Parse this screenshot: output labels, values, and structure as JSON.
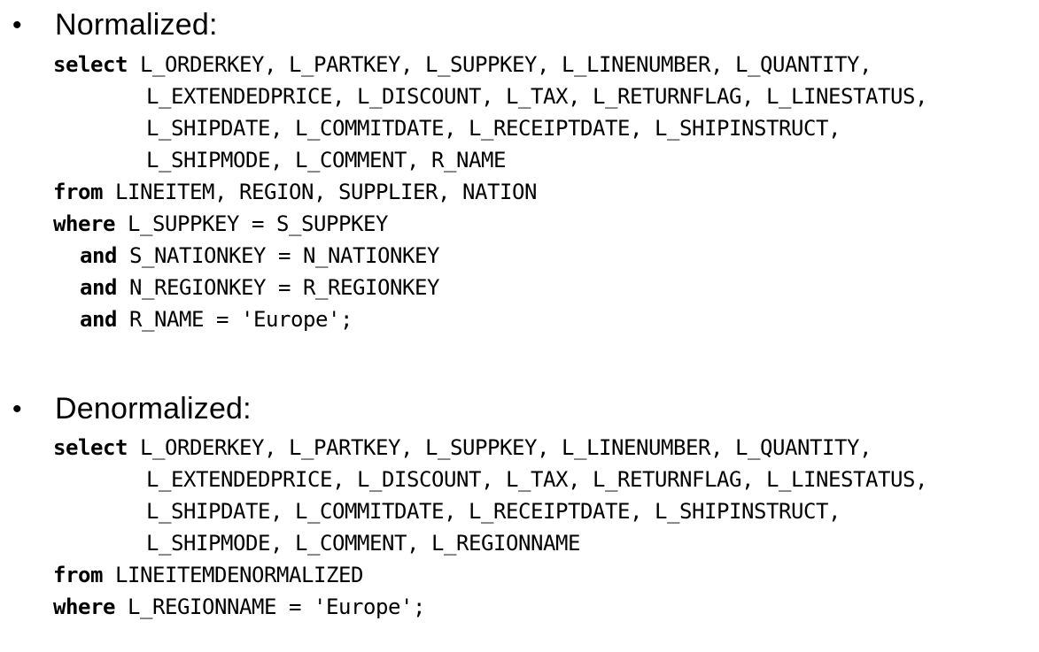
{
  "sections": [
    {
      "bullet": "•",
      "heading": "Normalized:",
      "lines": [
        {
          "kw": "select",
          "text": " L_ORDERKEY, L_PARTKEY, L_SUPPKEY, L_LINENUMBER, L_QUANTITY,"
        },
        {
          "kw": "",
          "text": "L_EXTENDEDPRICE, L_DISCOUNT, L_TAX, L_RETURNFLAG, L_LINESTATUS,"
        },
        {
          "kw": "",
          "text": "L_SHIPDATE, L_COMMITDATE, L_RECEIPTDATE, L_SHIPINSTRUCT,"
        },
        {
          "kw": "",
          "text": "L_SHIPMODE, L_COMMENT, R_NAME"
        },
        {
          "kw": "from",
          "text": " LINEITEM, REGION, SUPPLIER, NATION"
        },
        {
          "kw": "where",
          "text": " L_SUPPKEY = S_SUPPKEY"
        },
        {
          "kw": "and",
          "text": " S_NATIONKEY = N_NATIONKEY"
        },
        {
          "kw": "and",
          "text": " N_REGIONKEY = R_REGIONKEY"
        },
        {
          "kw": "and",
          "text": " R_NAME = 'Europe';"
        }
      ]
    },
    {
      "bullet": "•",
      "heading": "Denormalized:",
      "lines": [
        {
          "kw": "select",
          "text": " L_ORDERKEY, L_PARTKEY, L_SUPPKEY, L_LINENUMBER, L_QUANTITY,"
        },
        {
          "kw": "",
          "text": "L_EXTENDEDPRICE, L_DISCOUNT, L_TAX, L_RETURNFLAG, L_LINESTATUS,"
        },
        {
          "kw": "",
          "text": "L_SHIPDATE, L_COMMITDATE, L_RECEIPTDATE, L_SHIPINSTRUCT,"
        },
        {
          "kw": "",
          "text": "L_SHIPMODE, L_COMMENT, L_REGIONNAME"
        },
        {
          "kw": "from",
          "text": " LINEITEMDENORMALIZED"
        },
        {
          "kw": "where",
          "text": " L_REGIONNAME = 'Europe';"
        }
      ]
    }
  ]
}
